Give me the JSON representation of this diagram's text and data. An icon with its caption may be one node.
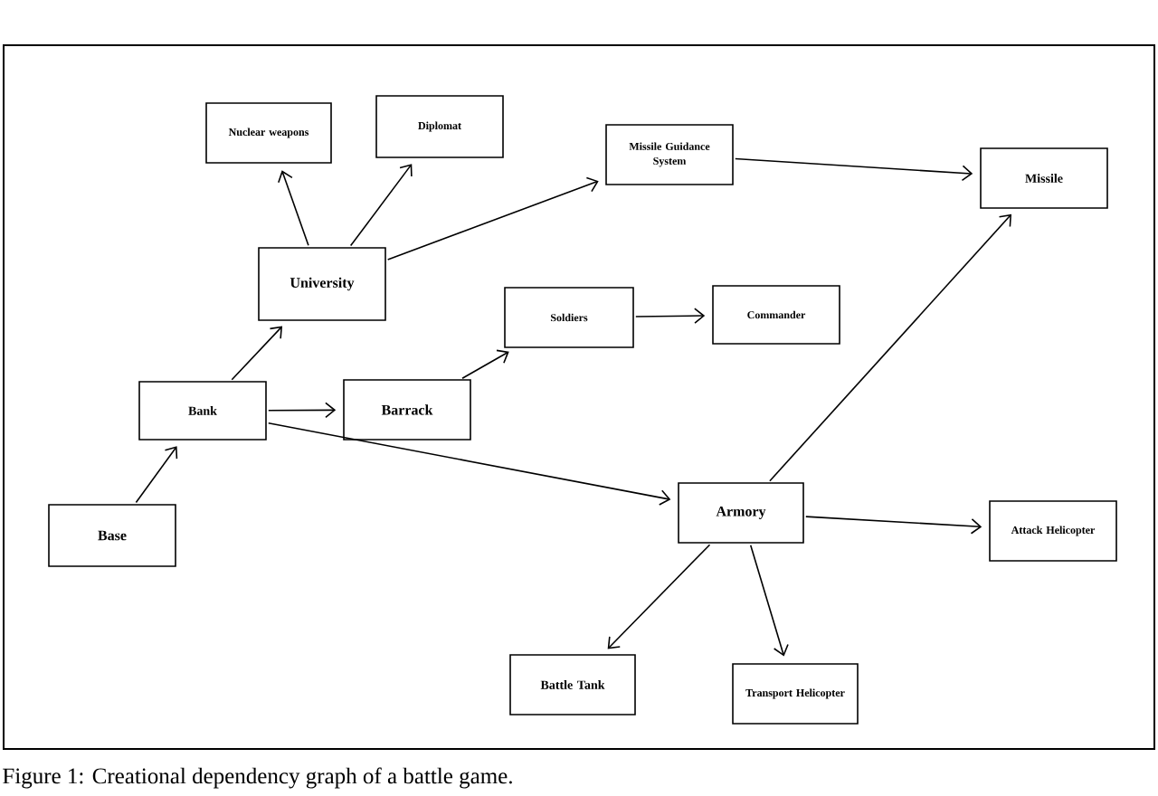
{
  "diagram": {
    "caption": "Figure 1: Creational dependency graph of a battle game.",
    "nodes": [
      {
        "text": [
          "Nuclear weapons"
        ]
      },
      {
        "text": [
          "Diplomat"
        ]
      },
      {
        "text": [
          "Missile Guidance System"
        ]
      },
      {
        "text": [
          "University"
        ]
      },
      {
        "text": [
          "Soldiers"
        ]
      },
      {
        "text": [
          "Commander"
        ]
      },
      {
        "text": [
          "Bank"
        ]
      },
      {
        "text": [
          "Barrack"
        ]
      },
      {
        "text": [
          "Missile"
        ]
      },
      {
        "text": [
          "Base"
        ]
      },
      {
        "text": [
          "Armory"
        ]
      },
      {
        "text": [
          "Attack Helicopter"
        ]
      },
      {
        "text": [
          "Battle Tank"
        ]
      },
      {
        "text": [
          "Transport Helicopter"
        ]
      }
    ],
    "edges": [
      {
        "from": 9,
        "to": 6,
        "arrow": "to"
      },
      {
        "from": 6,
        "to": 3,
        "arrow": "to"
      },
      {
        "from": 6,
        "to": 7,
        "arrow": "to"
      },
      {
        "from": 6,
        "to": 10,
        "arrow": "to"
      },
      {
        "from": 3,
        "to": 0,
        "arrow": "to"
      },
      {
        "from": 3,
        "to": 1,
        "arrow": "to"
      },
      {
        "from": 3,
        "to": 2,
        "arrow": "to"
      },
      {
        "from": 2,
        "to": 8,
        "arrow": "to"
      },
      {
        "from": 7,
        "to": 4,
        "arrow": "to"
      },
      {
        "from": 4,
        "to": 5,
        "arrow": "to"
      },
      {
        "from": 10,
        "to": 8,
        "arrow": "to"
      },
      {
        "from": 10,
        "to": 11,
        "arrow": "to"
      },
      {
        "from": 10,
        "to": 12,
        "arrow": "to"
      },
      {
        "from": 10,
        "to": 13,
        "arrow": "to"
      }
    ]
  }
}
